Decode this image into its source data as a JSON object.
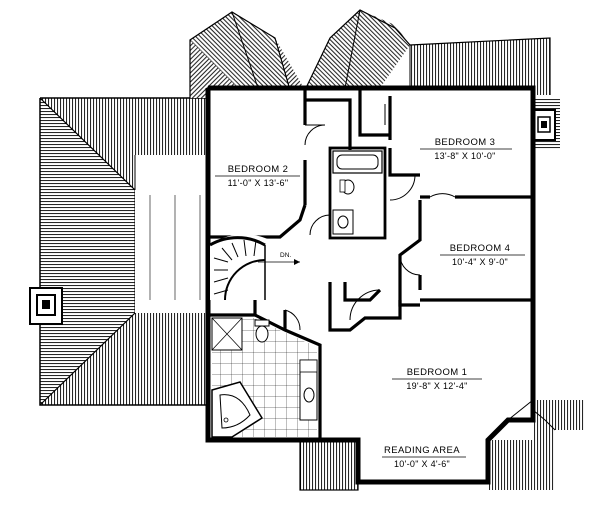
{
  "rooms": {
    "bedroom2": {
      "name": "BEDROOM 2",
      "size": "11'-0\" X 13'-6\""
    },
    "bedroom3": {
      "name": "BEDROOM 3",
      "size": "13'-8\" X 10'-0\""
    },
    "bedroom4": {
      "name": "BEDROOM 4",
      "size": "10'-4\" X 9'-0\""
    },
    "bedroom1": {
      "name": "BEDROOM 1",
      "size": "19'-8\" X 12'-4\""
    },
    "reading": {
      "name": "READING AREA",
      "size": "10'-0\" X 4'-6\""
    }
  },
  "stair_label": "DN."
}
